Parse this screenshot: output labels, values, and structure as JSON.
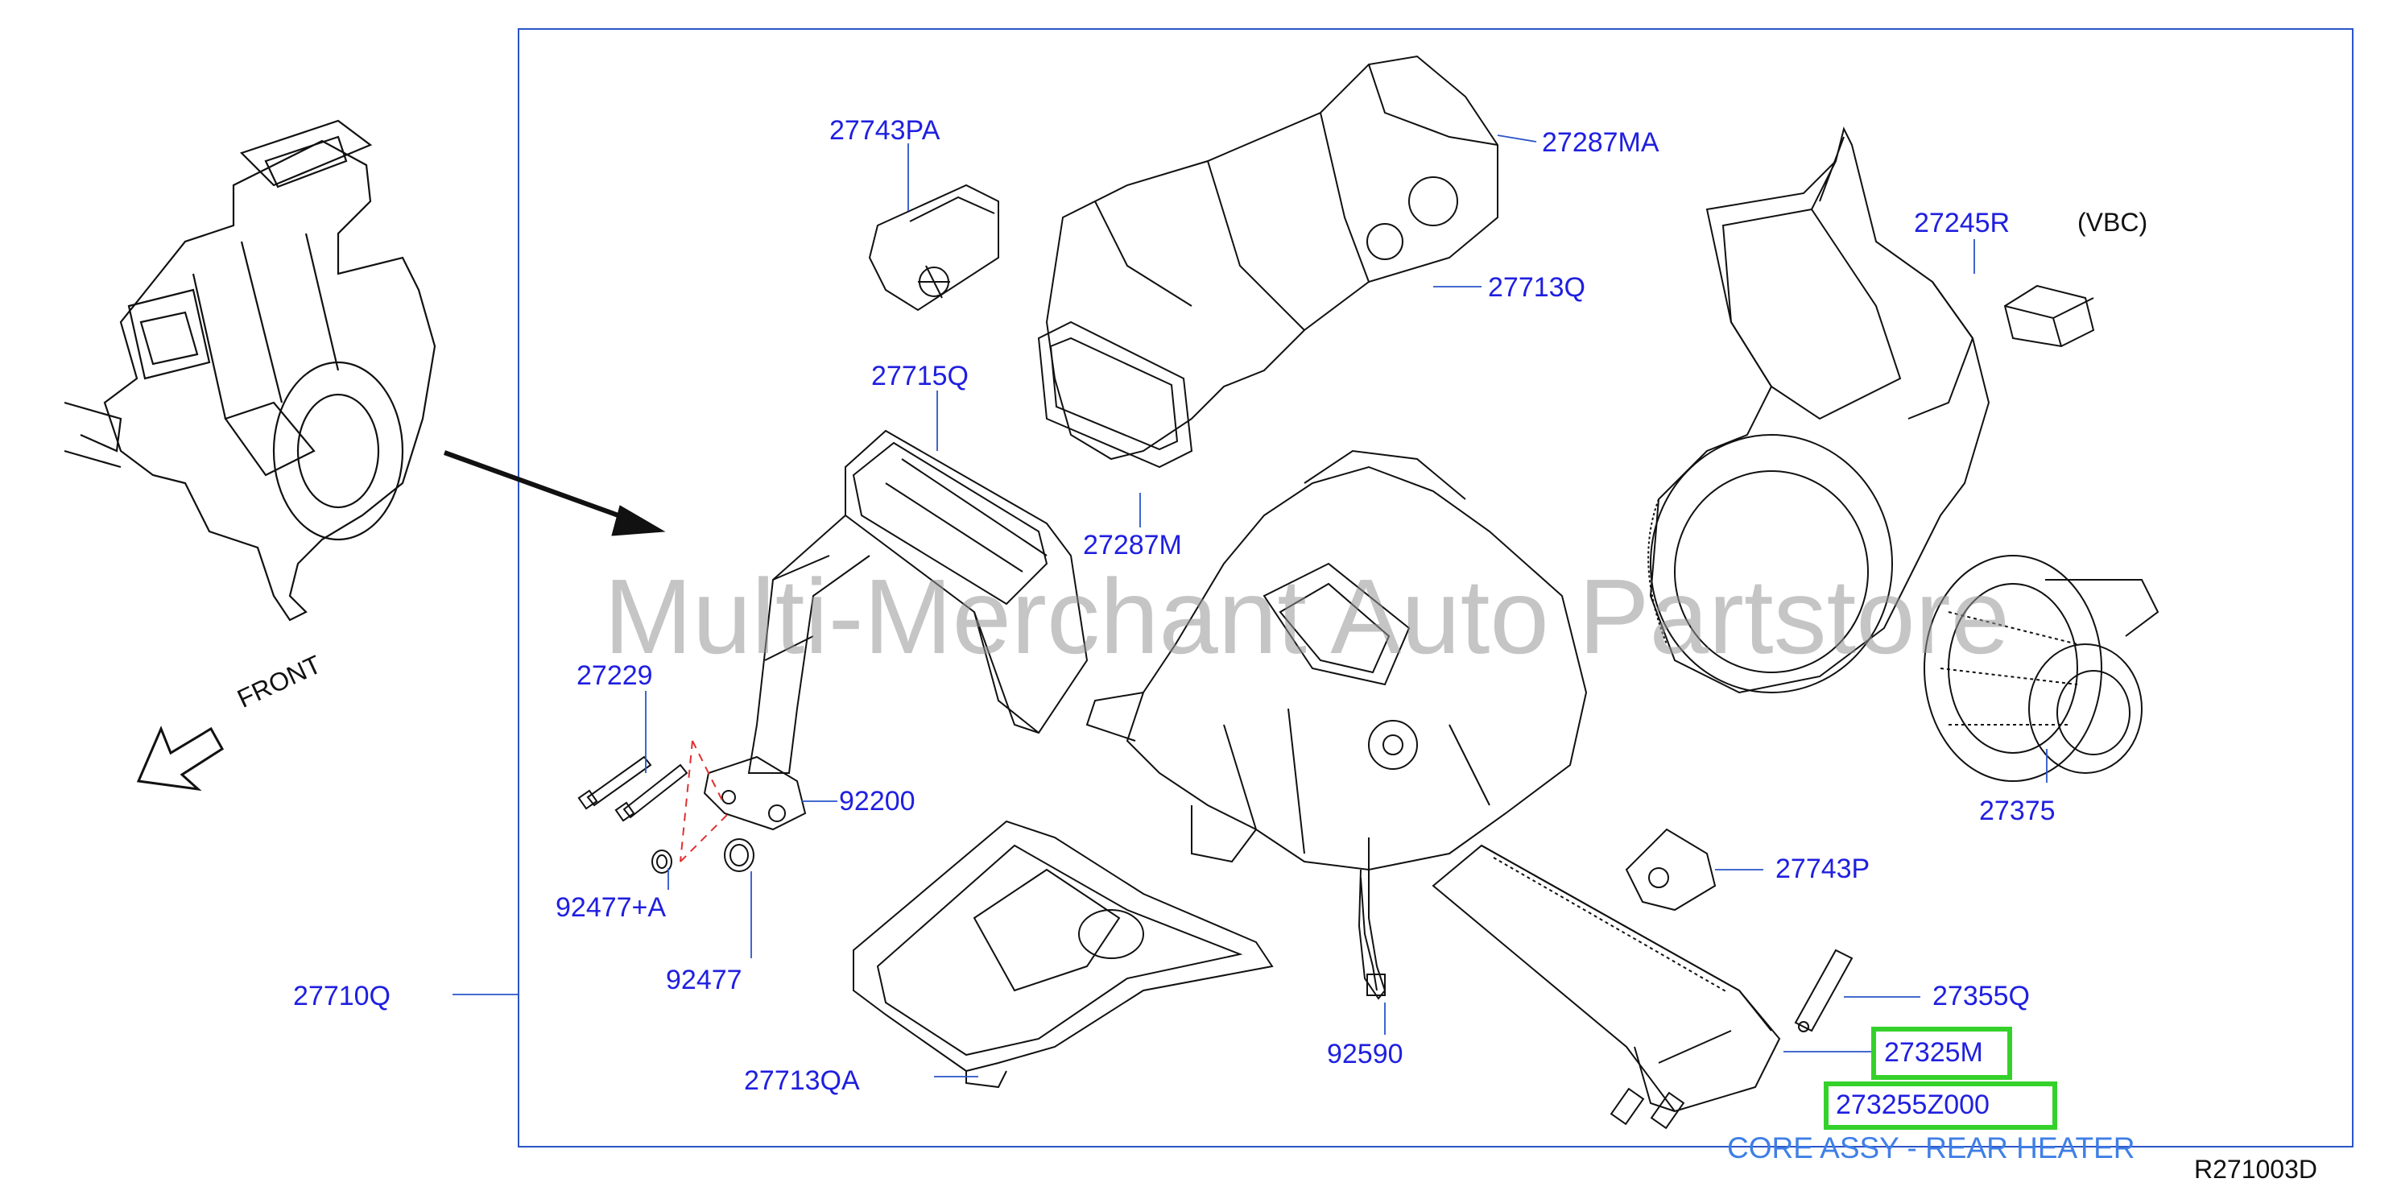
{
  "diagram": {
    "diagram_code": "R271003D",
    "front_label": "FRONT",
    "watermark": "Multi-Merchant Auto Partstore",
    "highlight_color": "#35d12b",
    "label_color": "#1f1fe0",
    "part_numbers": [
      "27743PA",
      "27287MA",
      "27713Q",
      "27245R",
      "27715Q",
      "27287M",
      "27229",
      "92200",
      "92477+A",
      "92477",
      "27710Q",
      "27713QA",
      "92590",
      "27375",
      "27743P",
      "27355Q",
      "27325M",
      "273255Z000"
    ],
    "variant_note": "(VBC)",
    "selected_part": "27325M",
    "selected_part_alt": "273255Z000",
    "selected_part_name": "CORE ASSY - REAR HEATER"
  }
}
